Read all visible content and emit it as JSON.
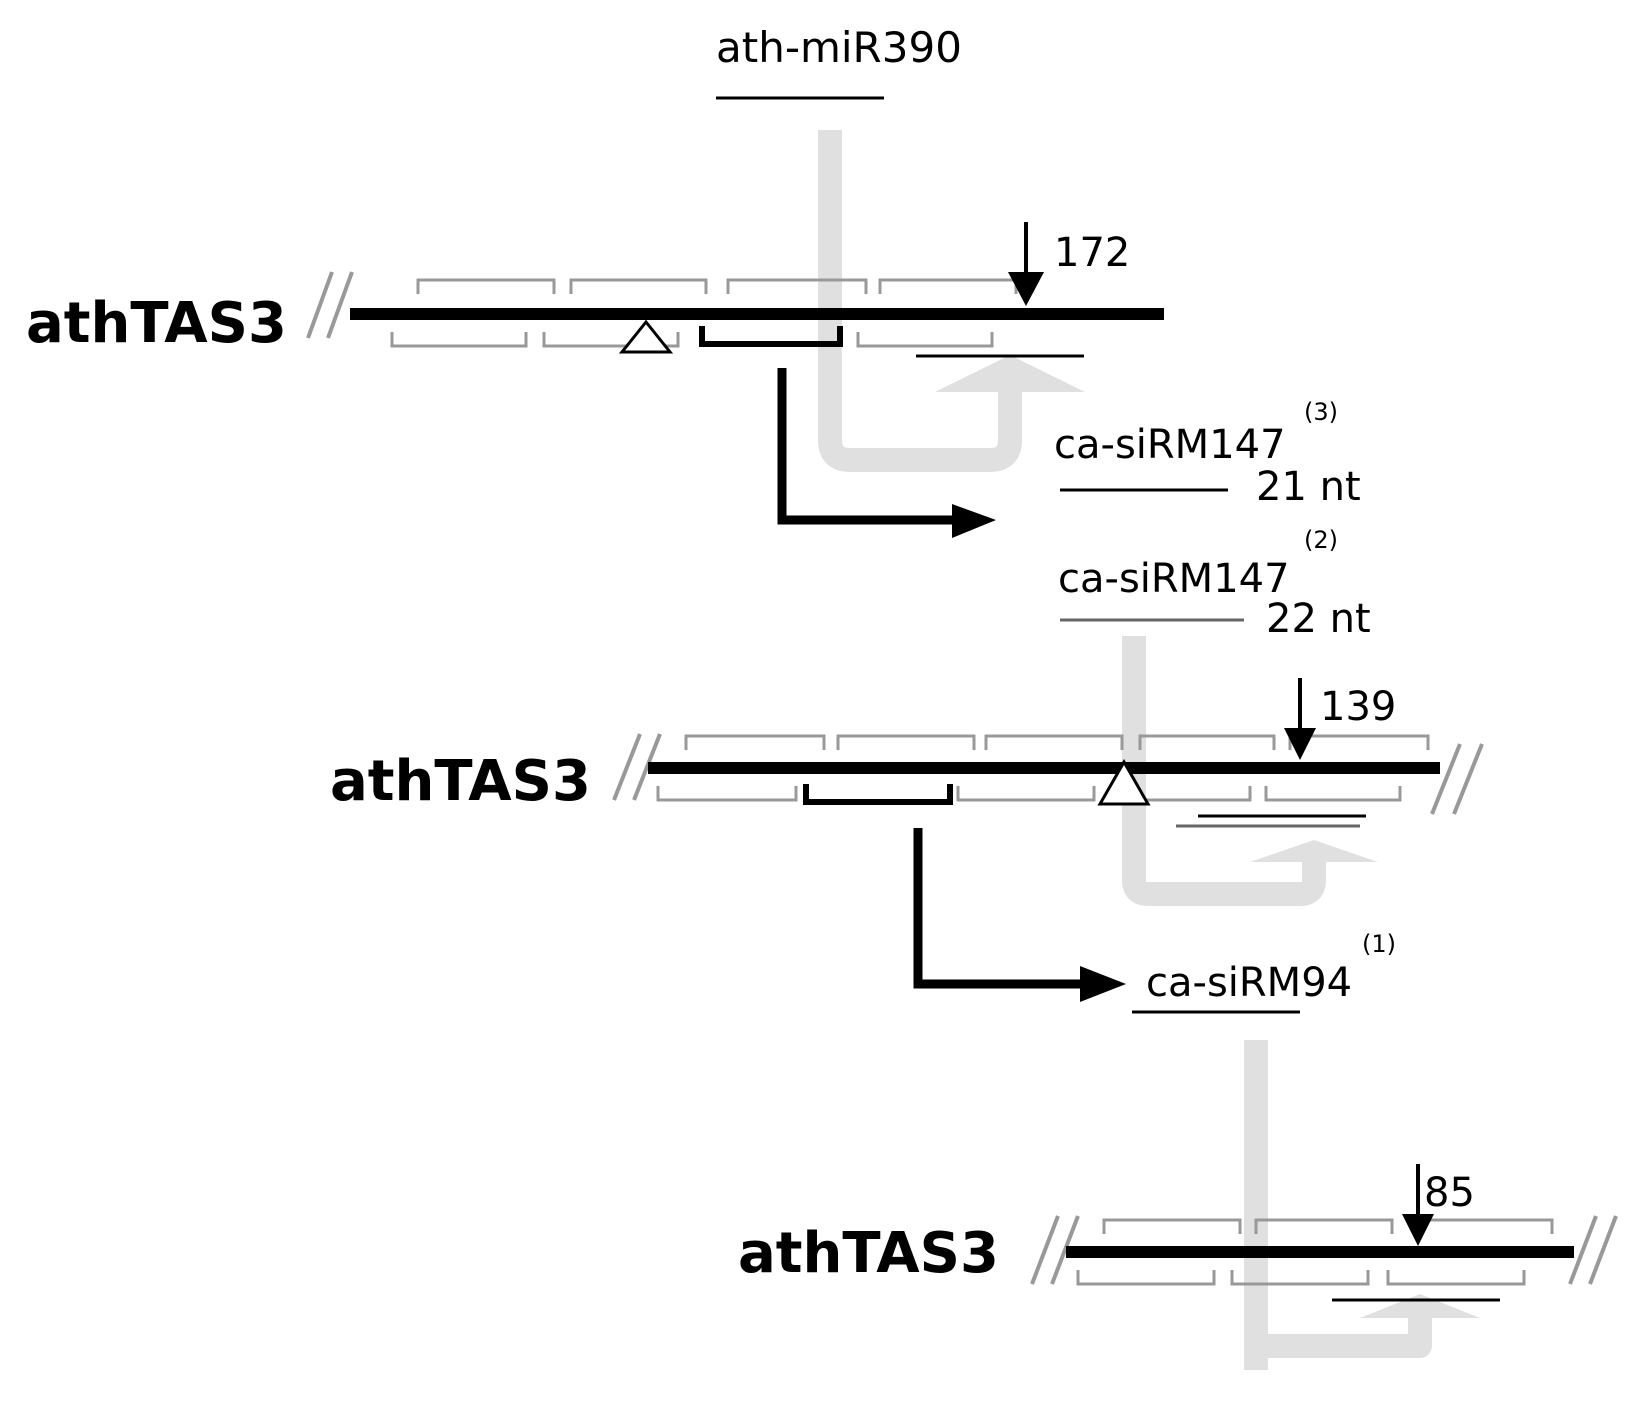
{
  "diagram": {
    "mirna_label": "ath-miR390",
    "panels": [
      {
        "id": "top",
        "locus_label": "athTAS3",
        "cleavage_position": "172"
      },
      {
        "id": "middle",
        "locus_label": "athTAS3",
        "cleavage_position": "139"
      },
      {
        "id": "bottom",
        "locus_label": "athTAS3",
        "cleavage_position": "85"
      }
    ],
    "sirnas": [
      {
        "id": "sirm147-3",
        "name": "ca-siRM147",
        "sup": "(3)",
        "length": "21 nt"
      },
      {
        "id": "sirm147-2",
        "name": "ca-siRM147",
        "sup": "(2)",
        "length": "22 nt"
      },
      {
        "id": "sirm94-1",
        "name": "ca-siRM94",
        "sup": "(1)",
        "length": ""
      }
    ]
  }
}
